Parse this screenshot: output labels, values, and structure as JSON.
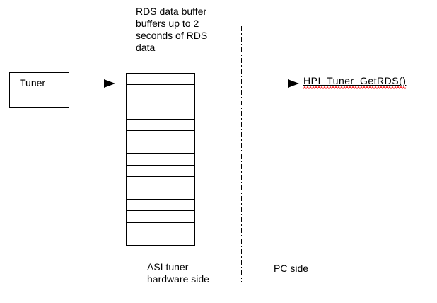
{
  "diagram": {
    "colors": {
      "background": "#ffffff",
      "line": "#000000",
      "spellcheck_underline": "#ff0000"
    },
    "tuner_box": {
      "label": "Tuner"
    },
    "buffer": {
      "caption": "RDS data buffer\nbuffers up to 2\nseconds of RDS\ndata",
      "rows": 15
    },
    "function_label": {
      "text": "HPI_Tuner_GetRDS()"
    },
    "side_labels": {
      "hardware": "ASI tuner\nhardware side",
      "pc": "PC side"
    }
  }
}
